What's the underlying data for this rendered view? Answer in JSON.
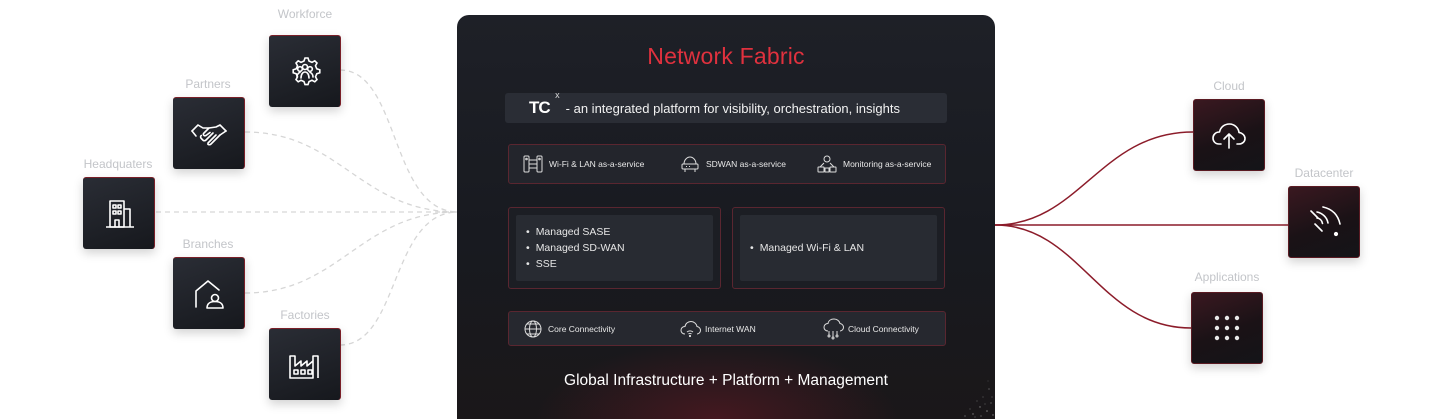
{
  "left_sources": [
    {
      "id": "workforce",
      "label": "Workforce",
      "icon": "workforce-gear-icon"
    },
    {
      "id": "partners",
      "label": "Partners",
      "icon": "handshake-icon"
    },
    {
      "id": "headquarters",
      "label": "Headquaters",
      "icon": "building-icon"
    },
    {
      "id": "branches",
      "label": "Branches",
      "icon": "home-user-icon"
    },
    {
      "id": "factories",
      "label": "Factories",
      "icon": "factory-icon"
    }
  ],
  "right_targets": [
    {
      "id": "cloud",
      "label": "Cloud",
      "icon": "cloud-upload-icon"
    },
    {
      "id": "datacenter",
      "label": "Datacenter",
      "icon": "signal-waves-icon"
    },
    {
      "id": "applications",
      "label": "Applications",
      "icon": "app-grid-icon"
    }
  ],
  "fabric": {
    "title": "Network Fabric",
    "platform": {
      "logo": "TC",
      "logo_sup": "x",
      "description": "- an integrated platform for visibility, orchestration, insights"
    },
    "services": [
      {
        "label": "Wi-Fi & LAN as-a-service",
        "icon": "wifi-lan-icon"
      },
      {
        "label": "SDWAN as-a-service",
        "icon": "sdwan-router-icon"
      },
      {
        "label": "Monitoring as-a-service",
        "icon": "monitoring-icon"
      }
    ],
    "managed_left": [
      "Managed SASE",
      "Managed SD-WAN",
      "SSE"
    ],
    "managed_right": [
      "Managed Wi-Fi & LAN"
    ],
    "connectivity": [
      {
        "label": "Core Connectivity",
        "icon": "globe-network-icon"
      },
      {
        "label": "Internet WAN",
        "icon": "cloud-wifi-icon"
      },
      {
        "label": "Cloud Connectivity",
        "icon": "cloud-network-icon"
      }
    ],
    "footer": "Global Infrastructure + Platform + Management"
  },
  "colors": {
    "accent_red": "#e0313e",
    "wire_right": "#8c1c2a",
    "wire_left": "#d9d9d9",
    "panel_dark": "#1e2027"
  }
}
